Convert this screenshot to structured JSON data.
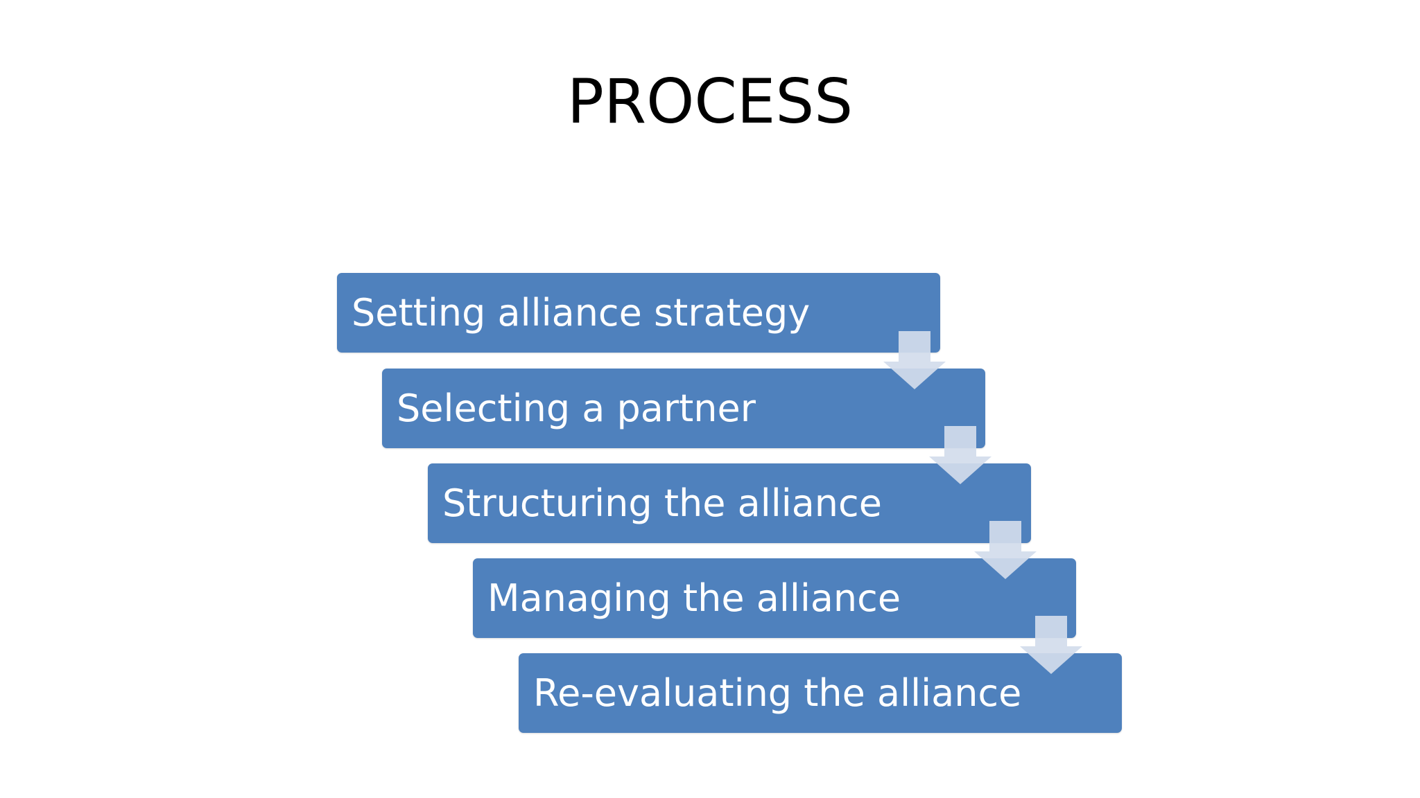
{
  "title": "PROCESS",
  "colors": {
    "box_fill": "#4f81bd",
    "box_text": "#ffffff",
    "arrow_fill": "#d3dcec",
    "background": "#ffffff",
    "title_text": "#000000"
  },
  "steps": [
    {
      "label": "Setting alliance strategy"
    },
    {
      "label": "Selecting a partner"
    },
    {
      "label": "Structuring the alliance"
    },
    {
      "label": "Managing the alliance"
    },
    {
      "label": "Re-evaluating the alliance"
    }
  ],
  "connector_icon": "down-arrow-icon"
}
